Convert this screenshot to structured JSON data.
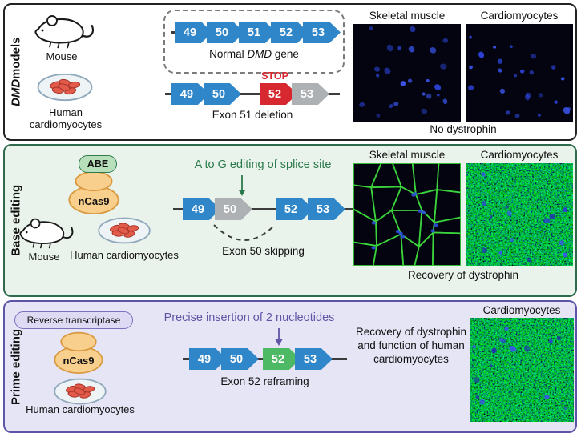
{
  "colors": {
    "exon_blue": "#2f86c9",
    "exon_red": "#d7282f",
    "exon_gray": "#aeb1b4",
    "exon_green": "#4db964",
    "base_panel_bg": "#eaf3eb",
    "base_panel_border": "#2f6a4c",
    "prime_panel_bg": "#e6e5f6",
    "prime_panel_border": "#5d55a7",
    "green_text": "#2b7a4b",
    "purple_text": "#6156a6",
    "dapi_blue": "#2b41d4",
    "dystrophin_green": "#3bd33b"
  },
  "dmd": {
    "panel_label_italic": "DMD",
    "panel_label_rest": " models",
    "mouse": "Mouse",
    "human_cardiomyocytes": "Human cardiomyocytes",
    "normal_gene_pre": "Normal ",
    "normal_gene_italic": "DMD",
    "normal_gene_post": " gene",
    "normal_exons": [
      "49",
      "50",
      "51",
      "52",
      "53"
    ],
    "del_exons": [
      "49",
      "50",
      "52",
      "53"
    ],
    "stop": "STOP",
    "deletion_caption": "Exon 51 deletion",
    "img1": "Skeletal muscle",
    "img2": "Cardiomyocytes",
    "result": "No dystrophin"
  },
  "base": {
    "panel_label": "Base editing",
    "abe": "ABE",
    "ncas9": "nCas9",
    "mouse": "Mouse",
    "human_cardiomyocytes": "Human cardiomyocytes",
    "edit": "A to G editing of splice site",
    "exons": [
      "49",
      "50",
      "52",
      "53"
    ],
    "caption": "Exon 50 skipping",
    "img1": "Skeletal muscle",
    "img2": "Cardiomyocytes",
    "result": "Recovery of dystrophin"
  },
  "prime": {
    "panel_label": "Prime editing",
    "rt": "Reverse transcriptase",
    "ncas9": "nCas9",
    "human_cardiomyocytes": "Human cardiomyocytes",
    "edit": "Precise insertion of 2 nucleotides",
    "exons": [
      "49",
      "50",
      "52",
      "53"
    ],
    "caption": "Exon 52 reframing",
    "result": "Recovery of dystrophin and function of human cardiomyocytes",
    "img": "Cardiomyocytes"
  }
}
